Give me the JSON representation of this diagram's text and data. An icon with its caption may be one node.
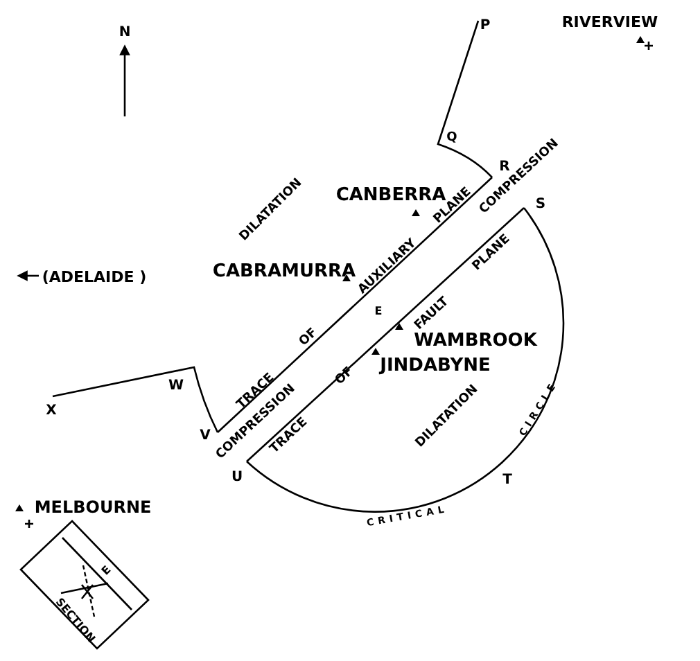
{
  "diagram": {
    "labels": [
      "N",
      "P",
      "RIVERVIEW",
      "Q",
      "R",
      "CANBERRA",
      "DILATATION",
      "PLANE",
      "COMPRESSION",
      "S",
      "AUXILIARY",
      "CABRAMURRA",
      "(ADELAIDE )",
      "E",
      "FAULT",
      "PLANE",
      "WAMBROOK",
      "JINDABYNE",
      "OF",
      "TRACE",
      "W",
      "X",
      "V",
      "COMPRESSION",
      "TRACE",
      "OF",
      "DILATATION",
      "CIRCLE",
      "U",
      "T",
      "CRITICAL",
      "MELBOURNE",
      "E",
      "SECTION"
    ]
  }
}
